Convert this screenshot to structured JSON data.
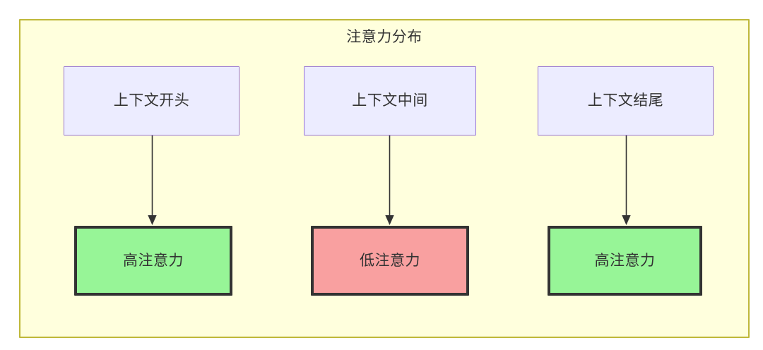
{
  "diagram": {
    "title": "注意力分布",
    "container": {
      "fill": "#ffffdd",
      "border_color": "#bfb83a"
    },
    "columns": [
      {
        "id": "col-start",
        "context": {
          "label": "上下文开头",
          "fill": "#ececff",
          "border_color": "#9673d3"
        },
        "attention": {
          "label": "高注意力",
          "level": "high",
          "fill": "#97f597",
          "border_color": "#333333"
        },
        "edge": {
          "from": "上下文开头",
          "to": "高注意力",
          "style": "solid-arrow",
          "color": "#333333"
        }
      },
      {
        "id": "col-middle",
        "context": {
          "label": "上下文中间",
          "fill": "#ececff",
          "border_color": "#9673d3"
        },
        "attention": {
          "label": "低注意力",
          "level": "low",
          "fill": "#f9a0a0",
          "border_color": "#333333"
        },
        "edge": {
          "from": "上下文中间",
          "to": "低注意力",
          "style": "solid-arrow",
          "color": "#333333"
        }
      },
      {
        "id": "col-end",
        "context": {
          "label": "上下文结尾",
          "fill": "#ececff",
          "border_color": "#9673d3"
        },
        "attention": {
          "label": "高注意力",
          "level": "high",
          "fill": "#97f597",
          "border_color": "#333333"
        },
        "edge": {
          "from": "上下文结尾",
          "to": "高注意力",
          "style": "solid-arrow",
          "color": "#333333"
        }
      }
    ]
  }
}
